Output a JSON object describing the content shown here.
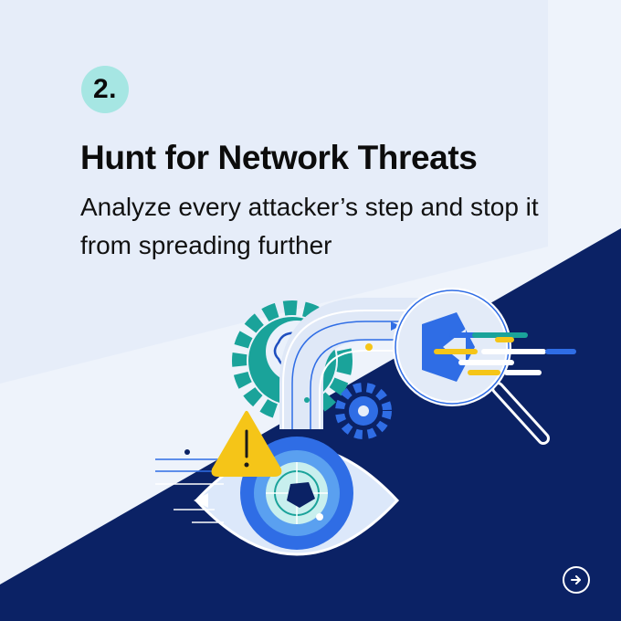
{
  "step": {
    "number": "2."
  },
  "heading": {
    "title": "Hunt for Network Threats"
  },
  "description": {
    "text": "Analyze every attacker’s step and stop it from spreading further"
  },
  "navigation": {
    "next_icon": "arrow-right-circle-icon"
  },
  "colors": {
    "background_light": "#eef3fb",
    "background_dark": "#0b2265",
    "badge": "#a6e6e3",
    "accent_blue": "#2f6de5",
    "accent_teal": "#1aa39a",
    "warning_yellow": "#f5c518"
  }
}
